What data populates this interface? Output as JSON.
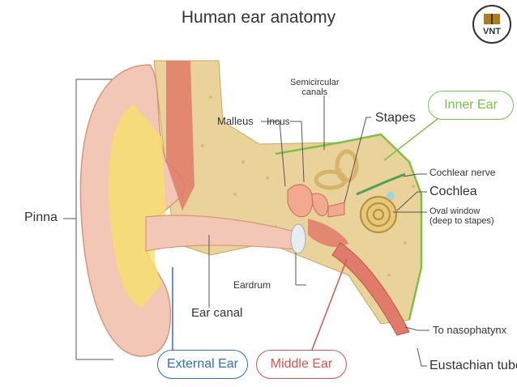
{
  "title": "Human ear anatomy",
  "logo": {
    "text": "VNT"
  },
  "labels": {
    "pinna": "Pinna",
    "malleus": "Malleus",
    "incus": "Incus",
    "semicircular_line1": "Semicircular",
    "semicircular_line2": "canals",
    "stapes": "Stapes",
    "cochlear_nerve": "Cochlear nerve",
    "cochlea": "Cochlea",
    "oval_window_line1": "Oval window",
    "oval_window_line2": "(deep to stapes)",
    "eardrum": "Eardrum",
    "ear_canal": "Ear canal",
    "to_nasopharynx": "To nasophatynx",
    "eustachian_tube": "Eustachian tube"
  },
  "regions": {
    "inner_ear": "Inner Ear",
    "external_ear": "External Ear",
    "middle_ear": "Middle Ear"
  },
  "colors": {
    "inner_ear": "#7cc04a",
    "external_ear": "#2f6fb5",
    "middle_ear": "#d9534f",
    "skin": "#f3c7b6",
    "bone": "#ead39a",
    "muscle": "#e07a6a",
    "cartilage": "#f5e06a"
  }
}
